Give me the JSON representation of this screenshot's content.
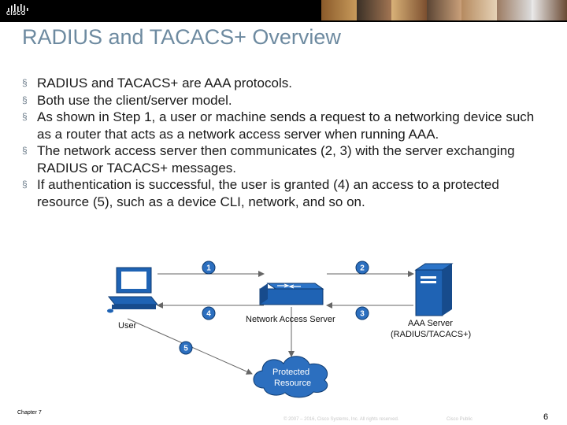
{
  "header": {
    "logo_word": "CISCO"
  },
  "slide": {
    "title": "RADIUS and TACACS+ Overview",
    "bullets": [
      "RADIUS and TACACS+ are AAA protocols.",
      "Both use the client/server model.",
      "As shown in Step 1, a user or machine sends a request to a networking device such as a router that acts as a network access server when running AAA.",
      "The network access server then communicates (2, 3) with the server exchanging RADIUS or TACACS+ messages.",
      "If authentication is successful, the user is granted (4) an access to a protected resource (5), such as a device CLI, network, and so on."
    ],
    "bullet_marker": "§"
  },
  "diagram": {
    "user_label": "User",
    "nas_label": "Network Access Server",
    "server_label_1": "AAA Server",
    "server_label_2": "(RADIUS/TACACS+)",
    "resource_label_1": "Protected",
    "resource_label_2": "Resource",
    "steps": [
      "1",
      "2",
      "3",
      "4",
      "5"
    ]
  },
  "footer": {
    "chapter": "Chapter 7",
    "copyright": "© 2007 – 2016, Cisco Systems, Inc. All rights reserved.",
    "classification": "Cisco Public",
    "page": "6"
  },
  "colors": {
    "title": "#6d8aa0",
    "device_blue": "#1f63b4",
    "step_blue": "#2c6fbf"
  }
}
